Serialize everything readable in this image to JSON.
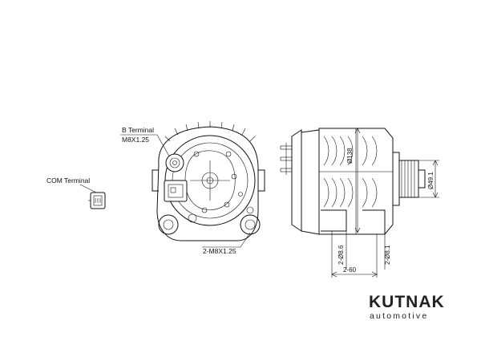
{
  "labels": {
    "b_terminal": "B Terminal",
    "b_terminal_thread": "M8X1.25",
    "com_terminal": "COM Terminal",
    "mount_thread": "2-M8X1.25"
  },
  "dimensions": {
    "d138": "Ø138",
    "d49_1": "Ø49.1",
    "d8_6": "2-Ø8.6",
    "d8_1": "2-Ø8.1",
    "w60": "2-60"
  },
  "brand": {
    "name": "KUTNAK",
    "tagline": "automotive",
    "color": "#222222"
  }
}
